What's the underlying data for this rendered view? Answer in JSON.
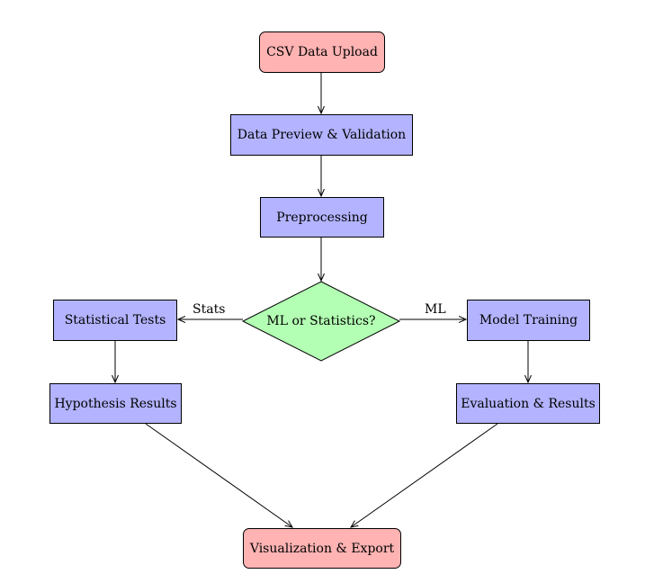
{
  "nodes": {
    "csv_upload": {
      "label": "CSV Data Upload"
    },
    "preview": {
      "label": "Data Preview & Validation"
    },
    "preprocessing": {
      "label": "Preprocessing"
    },
    "decision": {
      "label": "ML or Statistics?"
    },
    "stat_tests": {
      "label": "Statistical Tests"
    },
    "hypothesis": {
      "label": "Hypothesis Results"
    },
    "model_training": {
      "label": "Model Training"
    },
    "evaluation": {
      "label": "Evaluation & Results"
    },
    "visualization": {
      "label": "Visualization & Export"
    }
  },
  "edges": {
    "stats_label": "Stats",
    "ml_label": "ML"
  },
  "colors": {
    "terminal_fill": "#ffb3b3",
    "process_fill": "#b3b3ff",
    "decision_fill": "#b3ffb3",
    "stroke": "#000000"
  }
}
